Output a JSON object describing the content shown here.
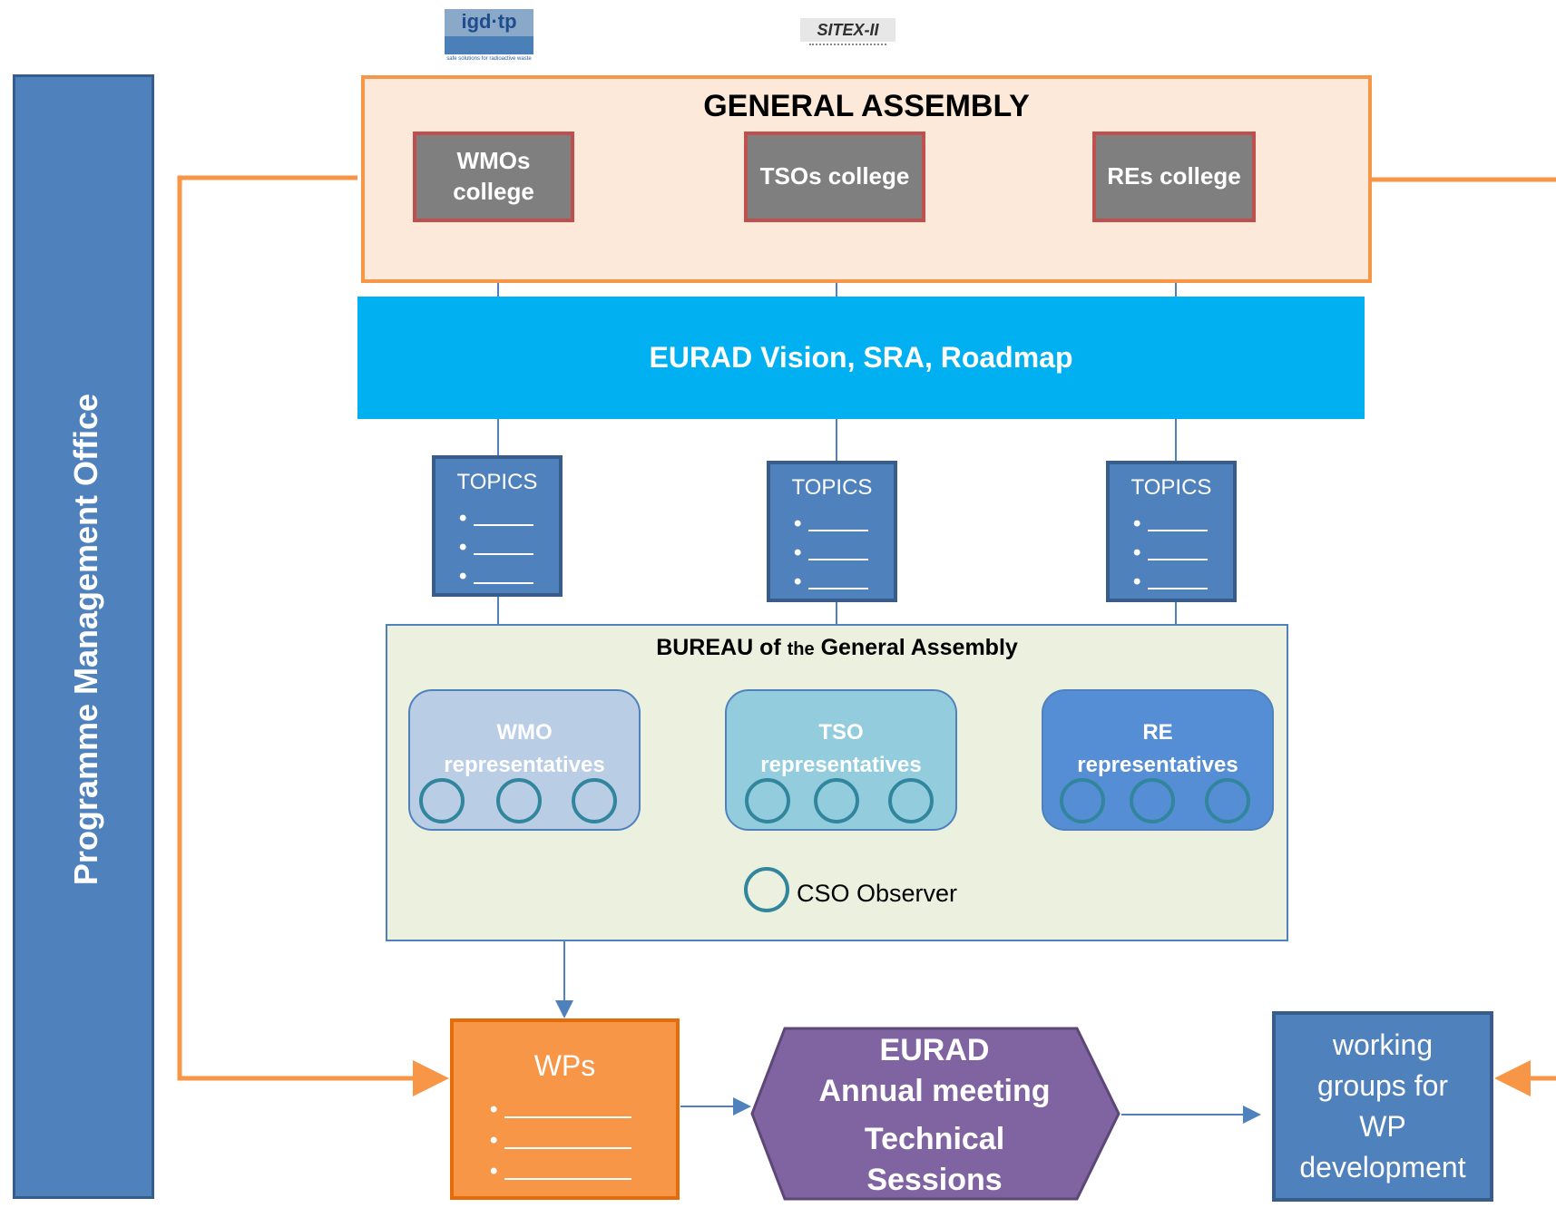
{
  "logos": {
    "igdtp": "igd·tp",
    "igdtp_tagline": "safe solutions for radioactive waste",
    "sitex": "SITEX-II"
  },
  "pmo": {
    "label": "Programme Management Office"
  },
  "general_assembly": {
    "title": "GENERAL ASSEMBLY",
    "colleges": [
      {
        "label": "WMOs college"
      },
      {
        "label": "TSOs college"
      },
      {
        "label": "REs college"
      }
    ]
  },
  "vision": {
    "label": "EURAD Vision, SRA, Roadmap"
  },
  "topics": {
    "title": "TOPICS",
    "bullet": "•"
  },
  "bureau": {
    "title_pre": "BUREAU of ",
    "title_mid": "the",
    "title_post": " General Assembly",
    "groups": [
      {
        "line1": "WMO",
        "line2": "representatives",
        "color": "#b9cde5"
      },
      {
        "line1": "TSO",
        "line2": "representatives",
        "color": "#93cddd"
      },
      {
        "line1": "RE",
        "line2": "representatives",
        "color": "#558ed5"
      }
    ],
    "observer": "CSO Observer"
  },
  "wps": {
    "title": "WPs",
    "bullet": "•"
  },
  "eurad_meeting": {
    "line1": "EURAD",
    "line2": "Annual meeting",
    "line3": "Technical",
    "line4": "Sessions"
  },
  "working_groups": {
    "line1": "working",
    "line2": "groups for",
    "line3": "WP",
    "line4": "development"
  },
  "colors": {
    "orange": "#f79646",
    "blue": "#4f81bd",
    "cyan": "#00b0f0",
    "purple": "#8064a2",
    "red_border": "#c0504d"
  }
}
